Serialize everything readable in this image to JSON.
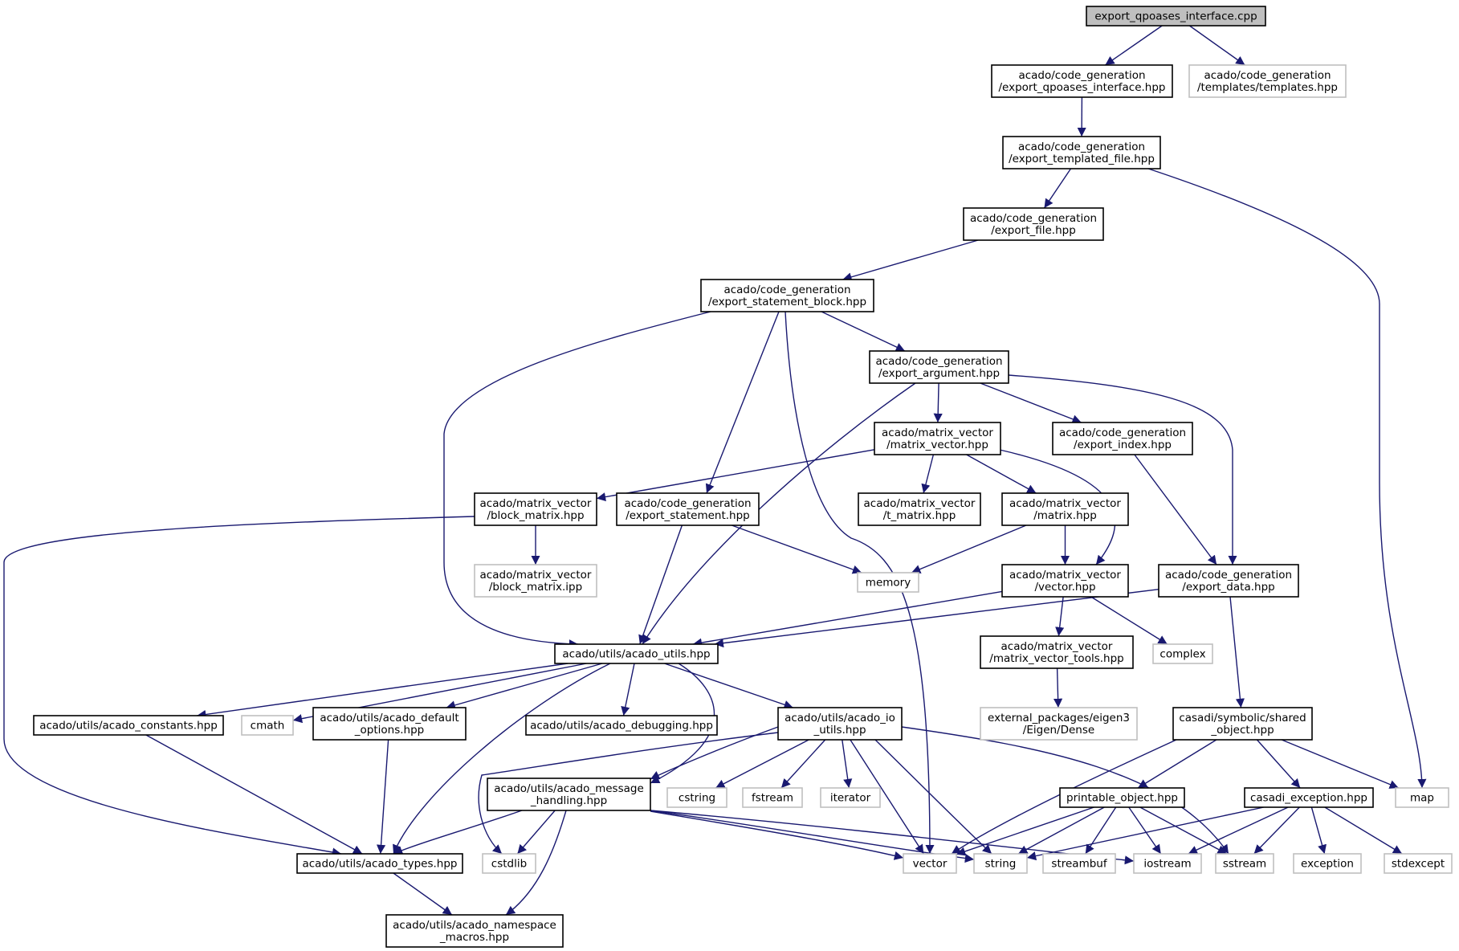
{
  "colors": {
    "edge": "#191970",
    "internal_border": "#000000",
    "external_border": "#bfbfbf",
    "root_fill": "#bfbfbf",
    "background": "#ffffff"
  },
  "nodes": [
    {
      "id": "n_root",
      "kind": "root",
      "lines": [
        "export_qpoases_interface.cpp"
      ]
    },
    {
      "id": "n_eqi",
      "kind": "internal",
      "lines": [
        "acado/code_generation",
        "/export_qpoases_interface.hpp"
      ]
    },
    {
      "id": "n_tpl",
      "kind": "external",
      "lines": [
        "acado/code_generation",
        "/templates/templates.hpp"
      ]
    },
    {
      "id": "n_etf",
      "kind": "internal",
      "lines": [
        "acado/code_generation",
        "/export_templated_file.hpp"
      ]
    },
    {
      "id": "n_ef",
      "kind": "internal",
      "lines": [
        "acado/code_generation",
        "/export_file.hpp"
      ]
    },
    {
      "id": "n_esb",
      "kind": "internal",
      "lines": [
        "acado/code_generation",
        "/export_statement_block.hpp"
      ]
    },
    {
      "id": "n_ea",
      "kind": "internal",
      "lines": [
        "acado/code_generation",
        "/export_argument.hpp"
      ]
    },
    {
      "id": "n_mv",
      "kind": "internal",
      "lines": [
        "acado/matrix_vector",
        "/matrix_vector.hpp"
      ]
    },
    {
      "id": "n_ei",
      "kind": "internal",
      "lines": [
        "acado/code_generation",
        "/export_index.hpp"
      ]
    },
    {
      "id": "n_bm",
      "kind": "internal",
      "lines": [
        "acado/matrix_vector",
        "/block_matrix.hpp"
      ]
    },
    {
      "id": "n_es",
      "kind": "internal",
      "lines": [
        "acado/code_generation",
        "/export_statement.hpp"
      ]
    },
    {
      "id": "n_tm",
      "kind": "internal",
      "lines": [
        "acado/matrix_vector",
        "/t_matrix.hpp"
      ]
    },
    {
      "id": "n_mat",
      "kind": "internal",
      "lines": [
        "acado/matrix_vector",
        "/matrix.hpp"
      ]
    },
    {
      "id": "n_bmipp",
      "kind": "external",
      "lines": [
        "acado/matrix_vector",
        "/block_matrix.ipp"
      ]
    },
    {
      "id": "n_memory",
      "kind": "external",
      "lines": [
        "memory"
      ]
    },
    {
      "id": "n_vec",
      "kind": "internal",
      "lines": [
        "acado/matrix_vector",
        "/vector.hpp"
      ]
    },
    {
      "id": "n_ed",
      "kind": "internal",
      "lines": [
        "acado/code_generation",
        "/export_data.hpp"
      ]
    },
    {
      "id": "n_au",
      "kind": "internal",
      "lines": [
        "acado/utils/acado_utils.hpp"
      ]
    },
    {
      "id": "n_mvt",
      "kind": "internal",
      "lines": [
        "acado/matrix_vector",
        "/matrix_vector_tools.hpp"
      ]
    },
    {
      "id": "n_complex",
      "kind": "external",
      "lines": [
        "complex"
      ]
    },
    {
      "id": "n_consts",
      "kind": "internal",
      "lines": [
        "acado/utils/acado_constants.hpp"
      ]
    },
    {
      "id": "n_cmath",
      "kind": "external",
      "lines": [
        "cmath"
      ]
    },
    {
      "id": "n_defopt",
      "kind": "internal",
      "lines": [
        "acado/utils/acado_default",
        "_options.hpp"
      ]
    },
    {
      "id": "n_debug",
      "kind": "internal",
      "lines": [
        "acado/utils/acado_debugging.hpp"
      ]
    },
    {
      "id": "n_io",
      "kind": "internal",
      "lines": [
        "acado/utils/acado_io",
        "_utils.hpp"
      ]
    },
    {
      "id": "n_eigen",
      "kind": "external",
      "lines": [
        "external_packages/eigen3",
        "/Eigen/Dense"
      ]
    },
    {
      "id": "n_so",
      "kind": "internal",
      "lines": [
        "casadi/symbolic/shared",
        "_object.hpp"
      ]
    },
    {
      "id": "n_msg",
      "kind": "internal",
      "lines": [
        "acado/utils/acado_message",
        "_handling.hpp"
      ]
    },
    {
      "id": "n_cstring",
      "kind": "external",
      "lines": [
        "cstring"
      ]
    },
    {
      "id": "n_fstream",
      "kind": "external",
      "lines": [
        "fstream"
      ]
    },
    {
      "id": "n_iterator",
      "kind": "external",
      "lines": [
        "iterator"
      ]
    },
    {
      "id": "n_po",
      "kind": "internal",
      "lines": [
        "printable_object.hpp"
      ]
    },
    {
      "id": "n_cex",
      "kind": "internal",
      "lines": [
        "casadi_exception.hpp"
      ]
    },
    {
      "id": "n_map",
      "kind": "external",
      "lines": [
        "map"
      ]
    },
    {
      "id": "n_types",
      "kind": "internal",
      "lines": [
        "acado/utils/acado_types.hpp"
      ]
    },
    {
      "id": "n_cstdlib",
      "kind": "external",
      "lines": [
        "cstdlib"
      ]
    },
    {
      "id": "n_vector",
      "kind": "external",
      "lines": [
        "vector"
      ]
    },
    {
      "id": "n_string",
      "kind": "external",
      "lines": [
        "string"
      ]
    },
    {
      "id": "n_streambuf",
      "kind": "external",
      "lines": [
        "streambuf"
      ]
    },
    {
      "id": "n_iostream",
      "kind": "external",
      "lines": [
        "iostream"
      ]
    },
    {
      "id": "n_sstream",
      "kind": "external",
      "lines": [
        "sstream"
      ]
    },
    {
      "id": "n_exception",
      "kind": "external",
      "lines": [
        "exception"
      ]
    },
    {
      "id": "n_stdexcept",
      "kind": "external",
      "lines": [
        "stdexcept"
      ]
    },
    {
      "id": "n_ns",
      "kind": "internal",
      "lines": [
        "acado/utils/acado_namespace",
        "_macros.hpp"
      ]
    }
  ],
  "edges": [
    [
      "n_root",
      "n_eqi"
    ],
    [
      "n_root",
      "n_tpl"
    ],
    [
      "n_eqi",
      "n_etf"
    ],
    [
      "n_etf",
      "n_ef"
    ],
    [
      "n_etf",
      "n_map"
    ],
    [
      "n_ef",
      "n_esb"
    ],
    [
      "n_esb",
      "n_ea"
    ],
    [
      "n_esb",
      "n_es"
    ],
    [
      "n_esb",
      "n_au"
    ],
    [
      "n_esb",
      "n_vector"
    ],
    [
      "n_ea",
      "n_mv"
    ],
    [
      "n_ea",
      "n_ei"
    ],
    [
      "n_ea",
      "n_ed"
    ],
    [
      "n_ea",
      "n_au"
    ],
    [
      "n_mv",
      "n_bm"
    ],
    [
      "n_mv",
      "n_tm"
    ],
    [
      "n_mv",
      "n_mat"
    ],
    [
      "n_mv",
      "n_vec"
    ],
    [
      "n_ei",
      "n_ed"
    ],
    [
      "n_bm",
      "n_bmipp"
    ],
    [
      "n_bm",
      "n_types"
    ],
    [
      "n_es",
      "n_memory"
    ],
    [
      "n_es",
      "n_au"
    ],
    [
      "n_mat",
      "n_memory"
    ],
    [
      "n_mat",
      "n_vec"
    ],
    [
      "n_vec",
      "n_au"
    ],
    [
      "n_vec",
      "n_mvt"
    ],
    [
      "n_vec",
      "n_complex"
    ],
    [
      "n_ed",
      "n_au"
    ],
    [
      "n_ed",
      "n_so"
    ],
    [
      "n_au",
      "n_consts"
    ],
    [
      "n_au",
      "n_cmath"
    ],
    [
      "n_au",
      "n_defopt"
    ],
    [
      "n_au",
      "n_debug"
    ],
    [
      "n_au",
      "n_io"
    ],
    [
      "n_au",
      "n_msg"
    ],
    [
      "n_au",
      "n_types"
    ],
    [
      "n_mvt",
      "n_eigen"
    ],
    [
      "n_consts",
      "n_types"
    ],
    [
      "n_defopt",
      "n_types"
    ],
    [
      "n_io",
      "n_msg"
    ],
    [
      "n_io",
      "n_cstring"
    ],
    [
      "n_io",
      "n_fstream"
    ],
    [
      "n_io",
      "n_iterator"
    ],
    [
      "n_io",
      "n_vector"
    ],
    [
      "n_io",
      "n_string"
    ],
    [
      "n_io",
      "n_sstream"
    ],
    [
      "n_io",
      "n_cstdlib"
    ],
    [
      "n_so",
      "n_po"
    ],
    [
      "n_so",
      "n_cex"
    ],
    [
      "n_so",
      "n_map"
    ],
    [
      "n_so",
      "n_vector"
    ],
    [
      "n_msg",
      "n_types"
    ],
    [
      "n_msg",
      "n_cstdlib"
    ],
    [
      "n_msg",
      "n_ns"
    ],
    [
      "n_msg",
      "n_vector"
    ],
    [
      "n_msg",
      "n_string"
    ],
    [
      "n_msg",
      "n_iostream"
    ],
    [
      "n_po",
      "n_vector"
    ],
    [
      "n_po",
      "n_string"
    ],
    [
      "n_po",
      "n_streambuf"
    ],
    [
      "n_po",
      "n_iostream"
    ],
    [
      "n_po",
      "n_sstream"
    ],
    [
      "n_cex",
      "n_string"
    ],
    [
      "n_cex",
      "n_iostream"
    ],
    [
      "n_cex",
      "n_sstream"
    ],
    [
      "n_cex",
      "n_exception"
    ],
    [
      "n_cex",
      "n_stdexcept"
    ],
    [
      "n_types",
      "n_ns"
    ]
  ]
}
